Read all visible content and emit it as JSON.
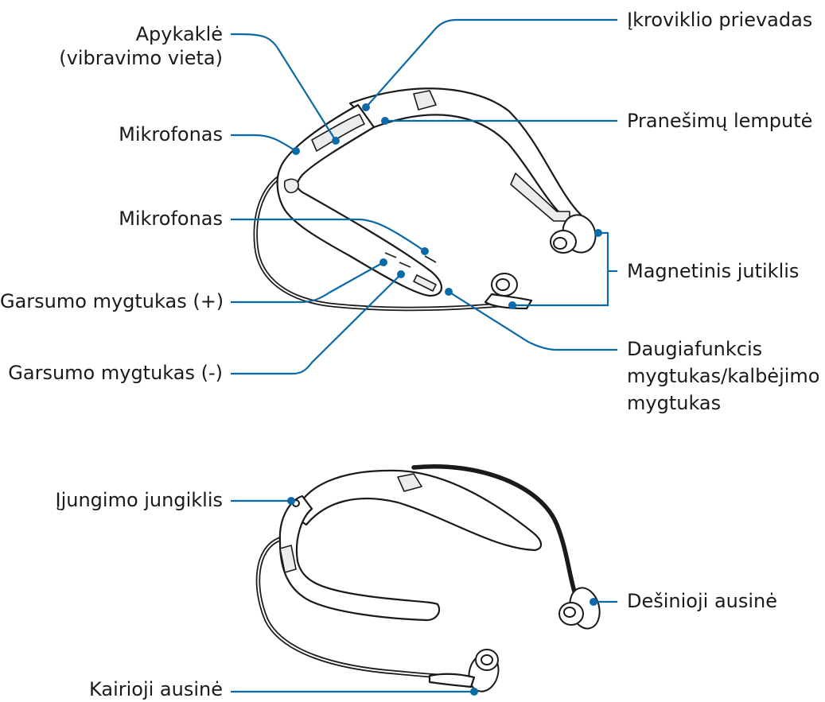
{
  "labels": {
    "apykakle": "Apykaklė",
    "vibravimo_vieta": "(vibravimo vieta)",
    "ikroviklio_prievadas": "Įkroviklio prievadas",
    "mikrofonas_1": "Mikrofonas",
    "pranesimu_lempute": "Pranešimų lemputė",
    "mikrofonas_2": "Mikrofonas",
    "magnetinis_jutiklis": "Magnetinis jutiklis",
    "garsumo_plius": "Garsumo mygtukas (+)",
    "garsumo_minus": "Garsumo mygtukas (-)",
    "daugiafunkcis_1": "Daugiafunkcis",
    "daugiafunkcis_2": "mygtukas/kalbėjimo",
    "daugiafunkcis_3": "mygtukas",
    "ijungimo_jungiklis": "Įjungimo jungiklis",
    "desinioji_ausine": "Dešinioji ausinė",
    "kairioji_ausine": "Kairioji ausinė"
  },
  "colors": {
    "leader_line": "#0a6aa8",
    "outline": "#1a1a1a",
    "band_fill": "#ececec"
  }
}
